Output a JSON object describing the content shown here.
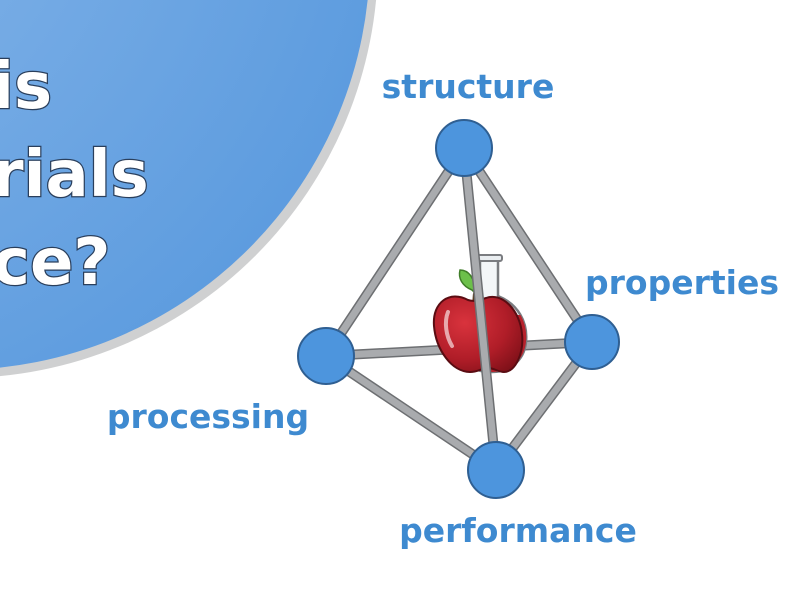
{
  "title": {
    "lines": [
      "is",
      "rials",
      "ce?"
    ]
  },
  "diagram": {
    "labels": {
      "structure": "structure",
      "properties": "properties",
      "processing": "processing",
      "performance": "performance"
    }
  },
  "colors": {
    "circle_fill": "#6aa5e4",
    "node_fill": "#4d95dd",
    "label_text": "#3e8ad0",
    "title_text": "#ffffff",
    "strut": "#a9abae"
  },
  "icons": {
    "center": "apple-and-flask-icon"
  }
}
